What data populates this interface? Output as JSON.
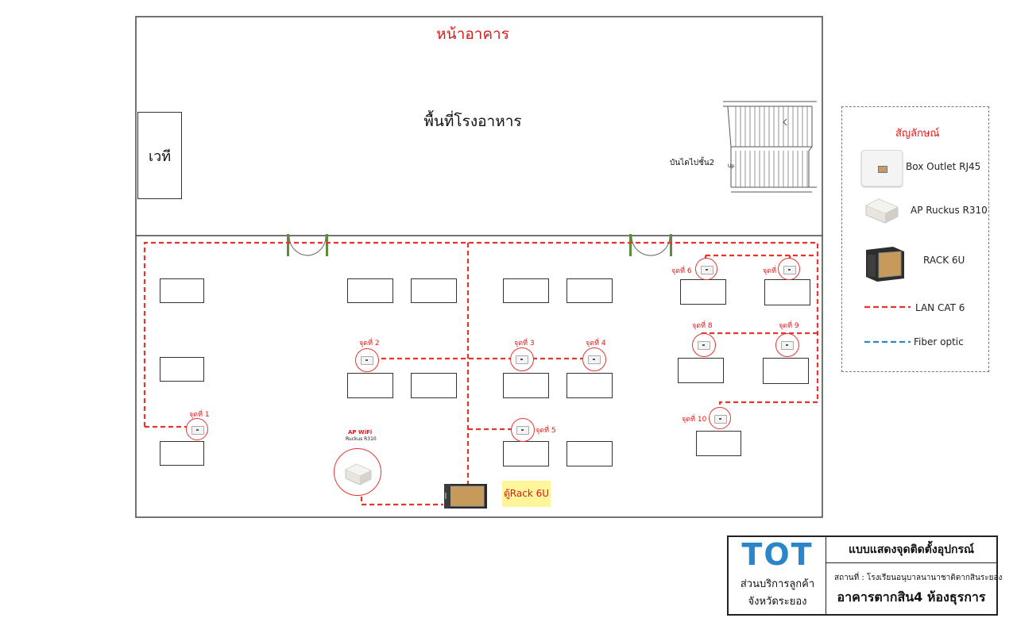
{
  "floor": {
    "front_label": "หน้าอาคาร",
    "canteen_label": "พื้นที่โรงอาหาร",
    "stage_label": "เวที",
    "stairs_label": "บันไดไปชั้น2",
    "stairs_up": "Up"
  },
  "points": [
    {
      "label": "จุดที่ 1"
    },
    {
      "label": "จุดที่ 2"
    },
    {
      "label": "จุดที่ 3"
    },
    {
      "label": "จุดที่ 4"
    },
    {
      "label": "จุดที่ 5"
    },
    {
      "label": "จุดที่ 6"
    },
    {
      "label": "จุดที่ 7"
    },
    {
      "label": "จุดที่ 8"
    },
    {
      "label": "จุดที่ 9"
    },
    {
      "label": "จุดที่ 10"
    }
  ],
  "ap": {
    "title": "AP WiFi",
    "model": "Ruckus R310"
  },
  "rack_label": "ตู้Rack 6U",
  "legend": {
    "title": "สัญลักษณ์",
    "items": [
      {
        "label": "Box Outlet RJ45",
        "icon": "rj45-outlet-icon"
      },
      {
        "label": "AP Ruckus R310",
        "icon": "access-point-icon"
      },
      {
        "label": "RACK 6U",
        "icon": "rack-icon"
      },
      {
        "label": "LAN CAT 6",
        "color": "#e8342f"
      },
      {
        "label": "Fiber optic",
        "color": "#2a86c8"
      }
    ]
  },
  "title_block": {
    "logo": "TOT",
    "dept_line1": "ส่วนบริการลูกค้า",
    "dept_line2": "จังหวัดระยอง",
    "heading": "แบบแสดงจุดติดตั้งอุปกรณ์",
    "location": "สถานที่ : โรงเรียนอนุบาลนานาชาติตากสินระยอง",
    "building": "อาคารตากสิน4 ห้องธุรการ"
  },
  "colors": {
    "lan": "#e8342f",
    "fiber": "#2a86c8",
    "logo": "#2a86c8",
    "highlight": "#fff59a"
  }
}
